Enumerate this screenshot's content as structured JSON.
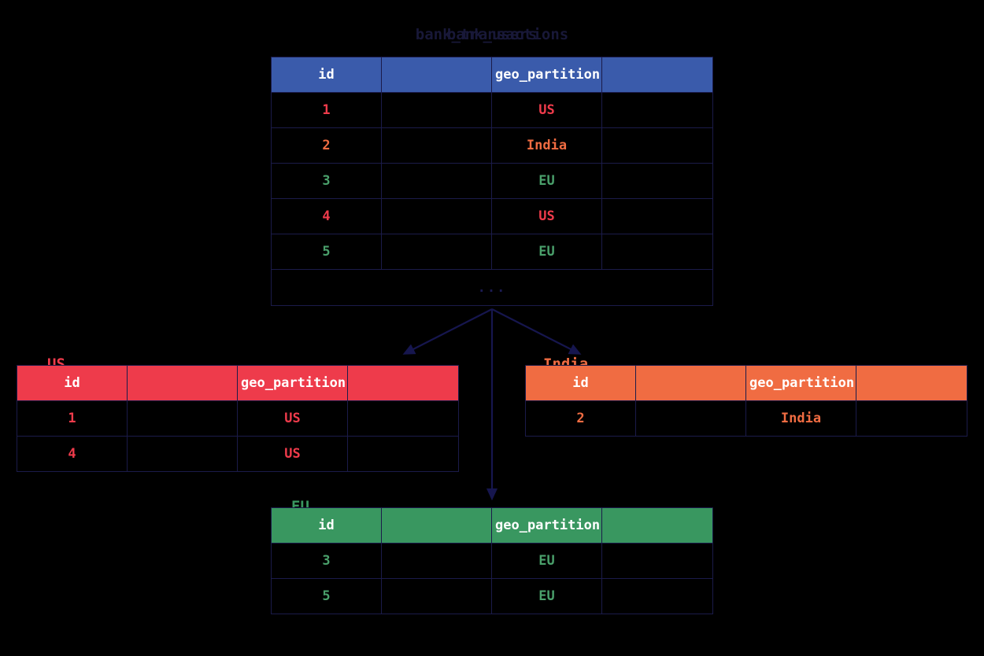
{
  "diagram": {
    "background_color": "#000000",
    "edge_color": "#1b1b6e",
    "title_overlap": [
      "bank_transactions",
      "bank_users"
    ]
  },
  "colors": {
    "main_header": "#3a5bab",
    "us_header": "#ee3b4b",
    "india_header": "#f06c42",
    "eu_header": "#399760",
    "us_value": "#ee3b4b",
    "india_value": "#f06c42",
    "eu_value": "#4aa06b",
    "grid_line": "#1b1b4a",
    "title_text": "#181838",
    "ellipsis": "#1b1b52"
  },
  "main_table": {
    "name": "bank_transactions",
    "headers": [
      "id",
      "",
      "geo_partition",
      ""
    ],
    "rows": [
      {
        "id": "1",
        "blank1": "",
        "geo_partition": "US",
        "blank2": "",
        "color": "v-us"
      },
      {
        "id": "2",
        "blank1": "",
        "geo_partition": "India",
        "blank2": "",
        "color": "v-india"
      },
      {
        "id": "3",
        "blank1": "",
        "geo_partition": "EU",
        "blank2": "",
        "color": "v-eu"
      },
      {
        "id": "4",
        "blank1": "",
        "geo_partition": "US",
        "blank2": "",
        "color": "v-us"
      },
      {
        "id": "5",
        "blank1": "",
        "geo_partition": "EU",
        "blank2": "",
        "color": "v-eu"
      }
    ],
    "more_rows_indicator": "..."
  },
  "partitions": [
    {
      "key": "us",
      "label": "US",
      "headers": [
        "id",
        "",
        "geo_partition",
        ""
      ],
      "rows": [
        {
          "id": "1",
          "blank1": "",
          "geo_partition": "US",
          "blank2": ""
        },
        {
          "id": "4",
          "blank1": "",
          "geo_partition": "US",
          "blank2": ""
        }
      ]
    },
    {
      "key": "india",
      "label": "India",
      "headers": [
        "id",
        "",
        "geo_partition",
        ""
      ],
      "rows": [
        {
          "id": "2",
          "blank1": "",
          "geo_partition": "India",
          "blank2": ""
        }
      ]
    },
    {
      "key": "eu",
      "label": "EU",
      "headers": [
        "id",
        "",
        "geo_partition",
        ""
      ],
      "rows": [
        {
          "id": "3",
          "blank1": "",
          "geo_partition": "EU",
          "blank2": ""
        },
        {
          "id": "5",
          "blank1": "",
          "geo_partition": "EU",
          "blank2": ""
        }
      ]
    }
  ]
}
